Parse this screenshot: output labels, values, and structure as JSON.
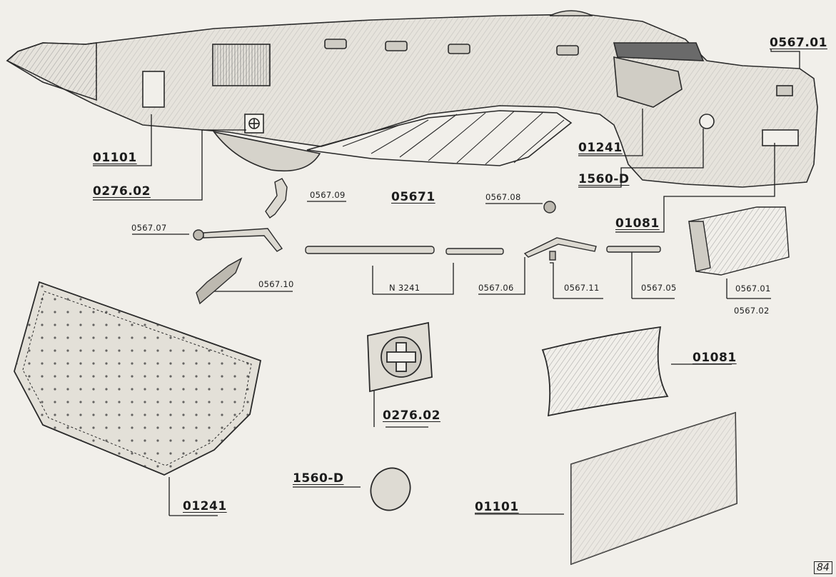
{
  "labels": {
    "fuselage_01101": "01101",
    "fuselage_027602": "0276.02",
    "fuselage_01241": "01241",
    "fuselage_1560d": "1560-D",
    "fuselage_056701": "0567.01",
    "fuselage_01081": "01081",
    "part_05671": "05671",
    "part_056709": "0567.09",
    "part_056708": "0567.08",
    "part_056707": "0567.07",
    "part_056710": "0567.10",
    "part_n3241": "N 3241",
    "part_056706": "0567.06",
    "part_056711": "0567.11",
    "part_056705": "0567.05",
    "part_056701": "0567.01",
    "part_056702": "0567.02",
    "detail_01081": "01081",
    "detail_027602": "0276.02",
    "detail_1560d": "1560-D",
    "detail_01101": "01101",
    "detail_01241": "01241",
    "page_number": "84"
  }
}
